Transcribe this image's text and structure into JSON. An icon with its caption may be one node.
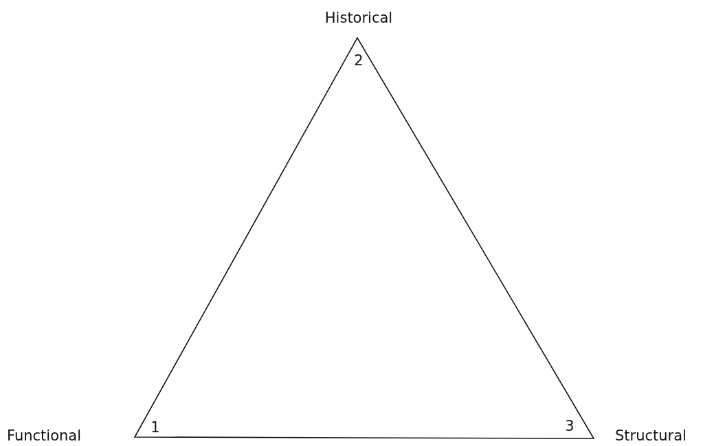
{
  "diagram": {
    "labels": [
      "Historical",
      "2",
      "1",
      "3",
      "Functional",
      "Structural"
    ]
  }
}
